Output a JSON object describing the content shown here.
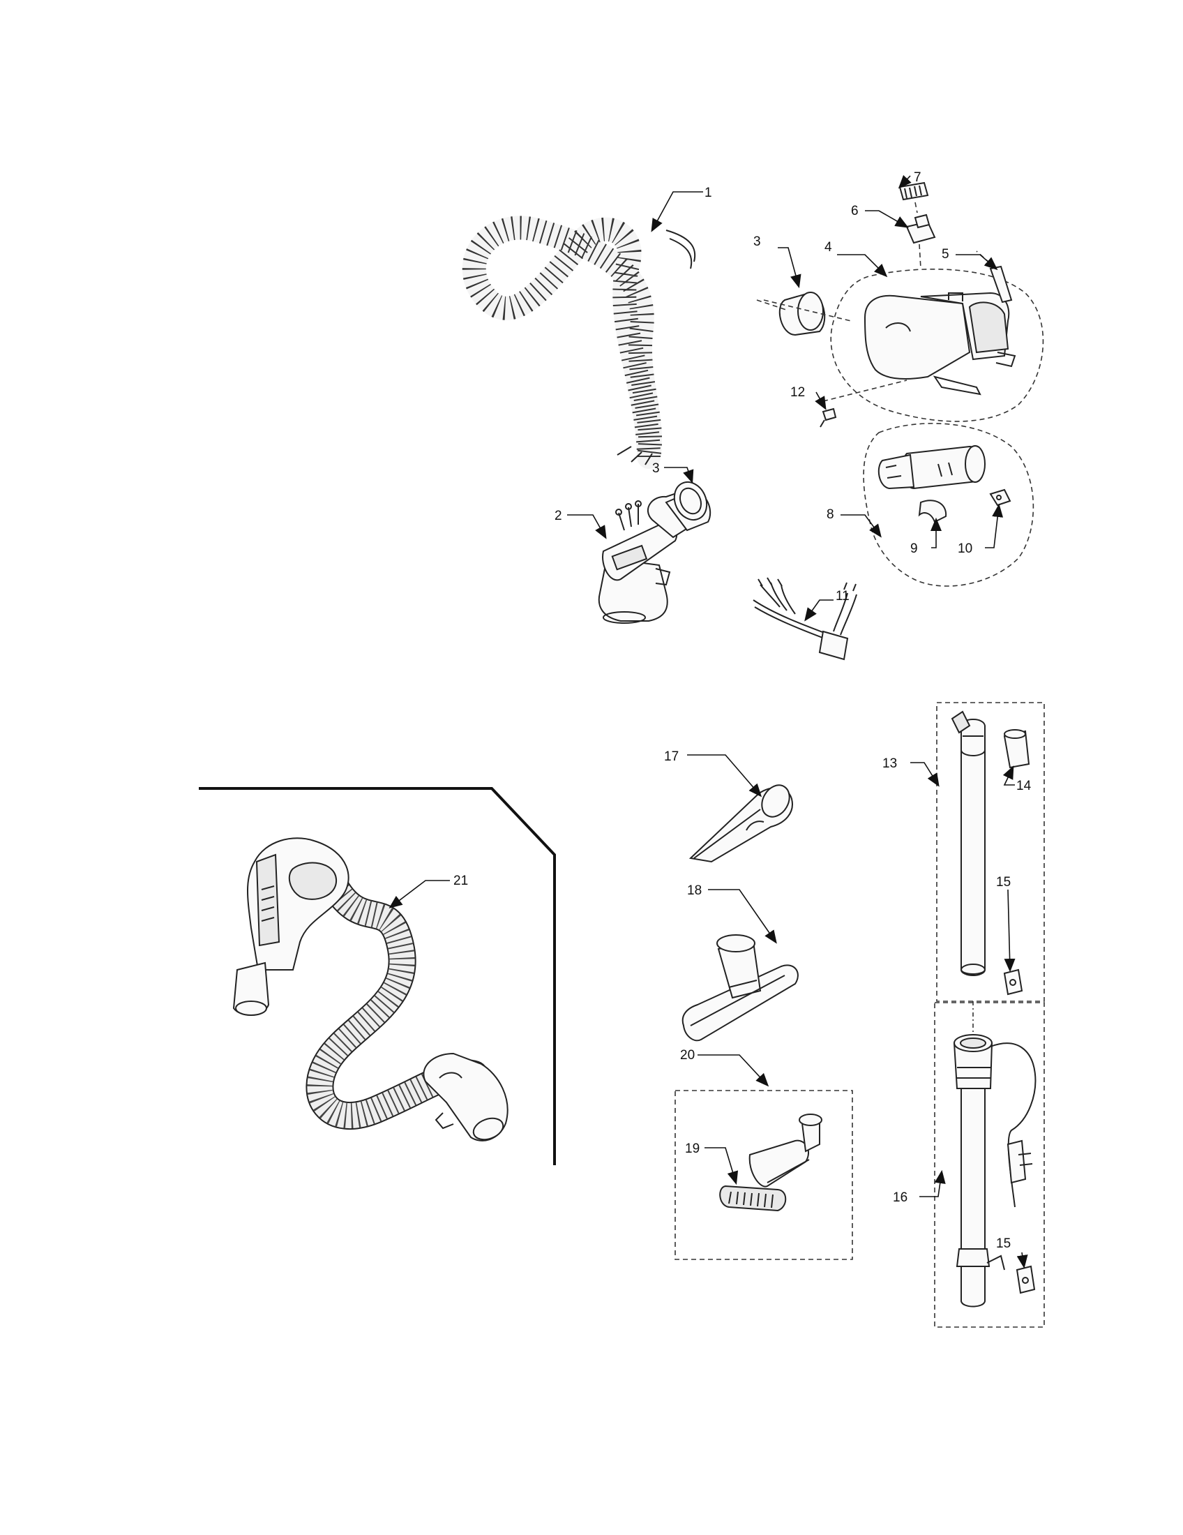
{
  "callouts": [
    {
      "id": "1",
      "text": "1"
    },
    {
      "id": "2",
      "text": "2"
    },
    {
      "id": "3a",
      "text": "3"
    },
    {
      "id": "3b",
      "text": "3"
    },
    {
      "id": "4",
      "text": "4"
    },
    {
      "id": "5",
      "text": "5"
    },
    {
      "id": "6",
      "text": "6"
    },
    {
      "id": "7",
      "text": "7"
    },
    {
      "id": "8",
      "text": "8"
    },
    {
      "id": "9",
      "text": "9"
    },
    {
      "id": "10",
      "text": "10"
    },
    {
      "id": "11",
      "text": "11"
    },
    {
      "id": "12",
      "text": "12"
    },
    {
      "id": "13",
      "text": "13"
    },
    {
      "id": "14",
      "text": "14"
    },
    {
      "id": "15a",
      "text": "15"
    },
    {
      "id": "15b",
      "text": "15"
    },
    {
      "id": "16",
      "text": "16"
    },
    {
      "id": "17",
      "text": "17"
    },
    {
      "id": "18",
      "text": "18"
    },
    {
      "id": "19",
      "text": "19"
    },
    {
      "id": "20",
      "text": "20"
    },
    {
      "id": "21",
      "text": "21"
    }
  ]
}
